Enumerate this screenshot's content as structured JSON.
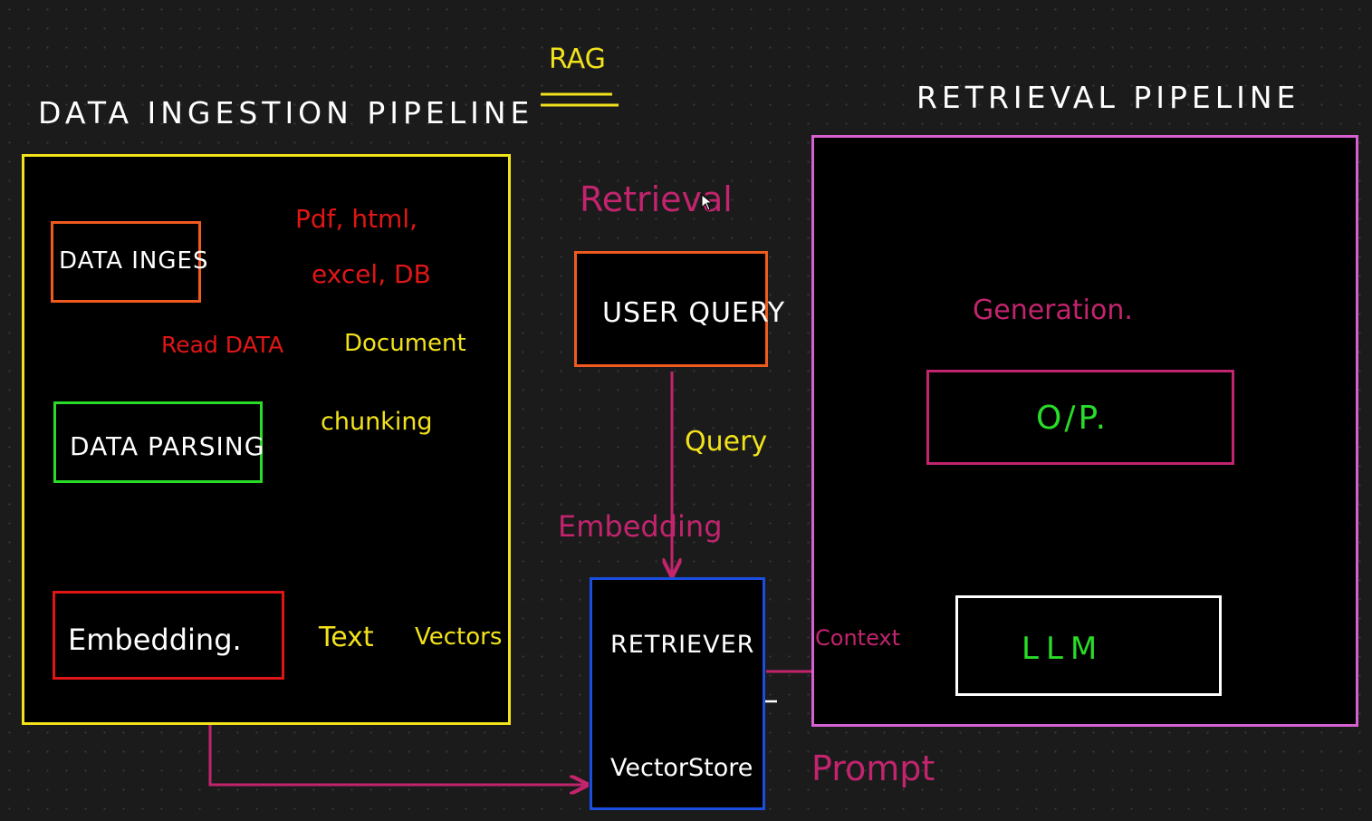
{
  "diagram": {
    "title": "RAG",
    "sections": {
      "ingestion": {
        "heading": "DATA INGESTION PIPELINE",
        "nodes": {
          "data_inges": "DATA INGES",
          "data_parsing": "DATA PARSING",
          "embedding": "Embedding."
        },
        "notes": {
          "formats_line1": "Pdf, html,",
          "formats_line2": "excel, DB",
          "read_data": "Read DATA",
          "document": "Document",
          "chunking": "chunking",
          "text": "Text",
          "vectors": "Vectors"
        }
      },
      "retrieval_center": {
        "label": "Retrieval",
        "nodes": {
          "user_query": "USER QUERY",
          "retriever": "RETRIEVER",
          "vectorstore": "VectorStore"
        },
        "notes": {
          "query": "Query",
          "embedding": "Embedding",
          "context": "Context",
          "prompt": "Prompt"
        }
      },
      "retrieval_pipeline": {
        "heading": "RETRIEVAL PIPELINE",
        "label": "Generation.",
        "nodes": {
          "output": "O/P.",
          "llm": "LLM"
        }
      }
    },
    "colors": {
      "background": "#1b1b1b",
      "yellow": "#f2e21c",
      "pink": "#c2246e",
      "magenta_border": "#d760d0",
      "orange": "#f05a1e",
      "green": "#28dc28",
      "red": "#e01616",
      "blue": "#1a4ee0",
      "white": "#ffffff"
    }
  }
}
